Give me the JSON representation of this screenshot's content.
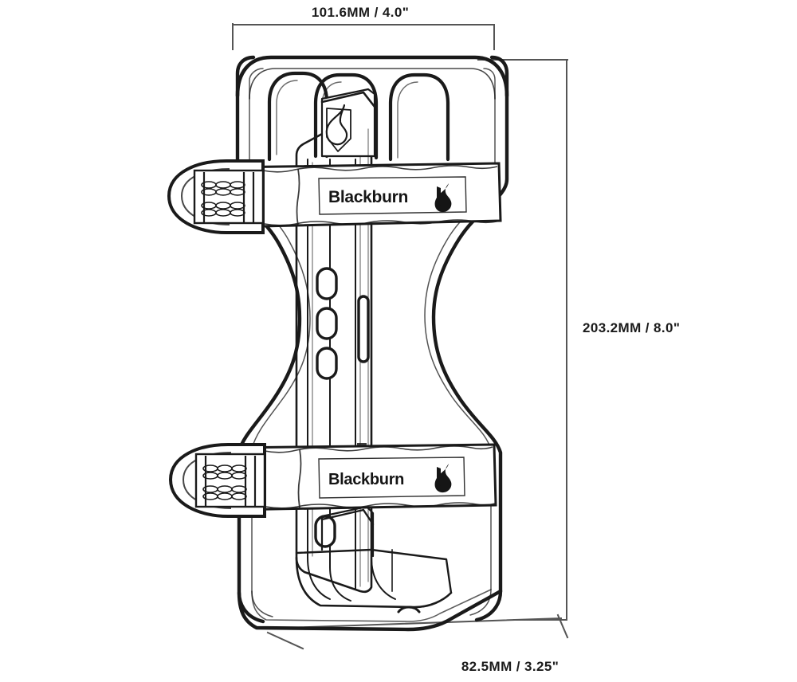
{
  "drawing": {
    "title": "Blackburn bottle cage technical dimension drawing",
    "background_color": "#ffffff",
    "line_color": "#1a1a1a",
    "dimension_line_color": "#555555",
    "product_brand": "Blackburn"
  },
  "dimensions": {
    "width": {
      "label": "101.6MM / 4.0\"",
      "metric": "101.6MM",
      "imperial": "4.0\"",
      "orientation": "horizontal-top"
    },
    "height": {
      "label": "203.2MM / 8.0\"",
      "metric": "203.2MM",
      "imperial": "8.0\"",
      "orientation": "vertical-right"
    },
    "depth": {
      "label": "82.5MM / 3.25\"",
      "metric": "82.5MM",
      "imperial": "3.25\"",
      "orientation": "diagonal-bottom"
    }
  },
  "straps": [
    {
      "id": "upper-strap",
      "brand_text": "Blackburn",
      "mark": "flame-mark",
      "buckle": "ladder-buckle"
    },
    {
      "id": "lower-strap",
      "brand_text": "Blackburn",
      "mark": "flame-mark",
      "buckle": "ladder-buckle"
    }
  ],
  "cage": {
    "badge_icon": "flame-badge-icon",
    "vent_holes": 3,
    "slot": "adjustment-slot"
  }
}
